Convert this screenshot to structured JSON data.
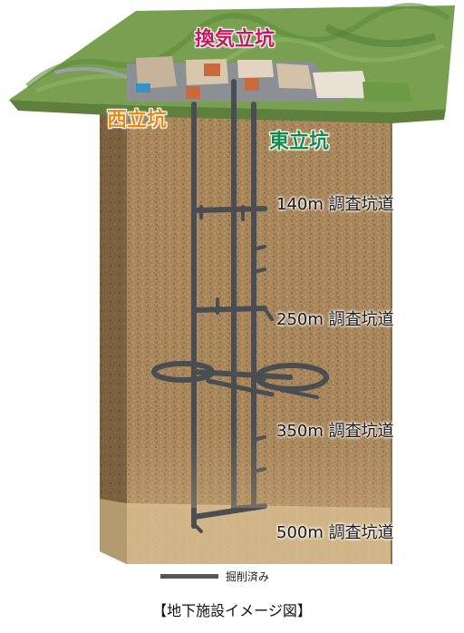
{
  "shafts": {
    "ventilation": "換気立坑",
    "west": "西立坑",
    "east": "東立坑"
  },
  "levels": [
    {
      "label": "140m 調査坑道"
    },
    {
      "label": "250m 調査坑道"
    },
    {
      "label": "350m 調査坑道"
    },
    {
      "label": "500m 調査坑道"
    }
  ],
  "legend": {
    "label": "掘削済み"
  },
  "caption": "【地下施設イメージ図】",
  "colors": {
    "ventilation": "#c8165c",
    "west": "#e28a12",
    "east": "#138a4e",
    "tunnel": "#4a4d52",
    "rock": "#a8865a",
    "surface": "#6f9a4e"
  }
}
